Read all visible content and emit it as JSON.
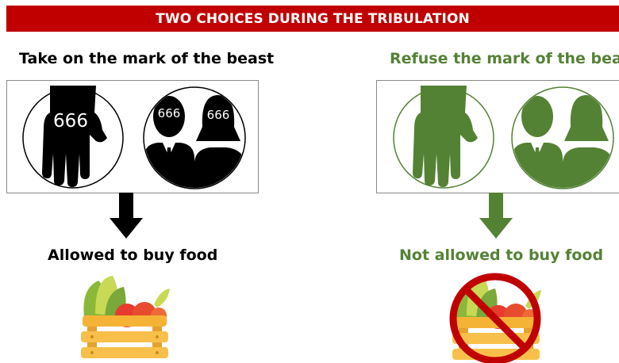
{
  "banner": {
    "title": "TWO CHOICES DURING THE TRIBULATION"
  },
  "left": {
    "heading": "Take on the mark of the beast",
    "hand_mark": "666",
    "man_mark": "666",
    "woman_mark": "666",
    "result": "Allowed to buy food",
    "color": "#000000"
  },
  "right": {
    "heading": "Refuse the mark of the beast",
    "result": "Not allowed to buy food",
    "color": "#548235"
  },
  "icons": {
    "hand": "hand-icon",
    "couple": "man-woman-icon",
    "arrow": "arrow-down-icon",
    "food": "food-crate-icon",
    "prohibited": "prohibited-icon"
  },
  "colors": {
    "banner": "#c00000",
    "prohibited": "#c00000",
    "crate": "#f5b335"
  }
}
